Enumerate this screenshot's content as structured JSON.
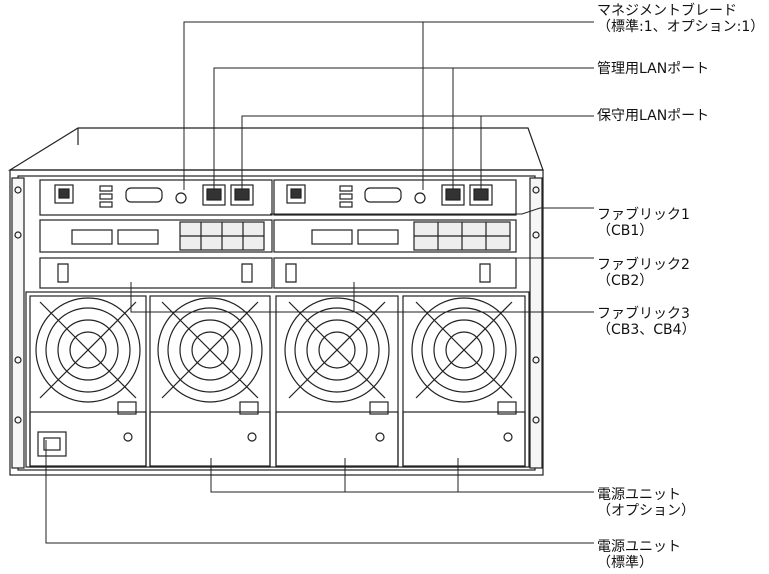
{
  "callouts": {
    "management_blade": {
      "line1": "マネジメントブレード",
      "line2": "（標準:1、オプション:1）"
    },
    "mgmt_lan_port": {
      "line1": "管理用LANポート"
    },
    "maint_lan_port": {
      "line1": "保守用LANポート"
    },
    "fabric1": {
      "line1": "ファブリック1",
      "line2": "（CB1）"
    },
    "fabric2": {
      "line1": "ファブリック2",
      "line2": "（CB2）"
    },
    "fabric3": {
      "line1": "ファブリック3",
      "line2": "（CB3、CB4）"
    },
    "psu_optional": {
      "line1": "電源ユニット",
      "line2": "（オプション）"
    },
    "psu_standard": {
      "line1": "電源ユニット",
      "line2": "（標準）"
    }
  },
  "colors": {
    "line": "#222222",
    "bg": "#ffffff",
    "port": "#333333"
  }
}
